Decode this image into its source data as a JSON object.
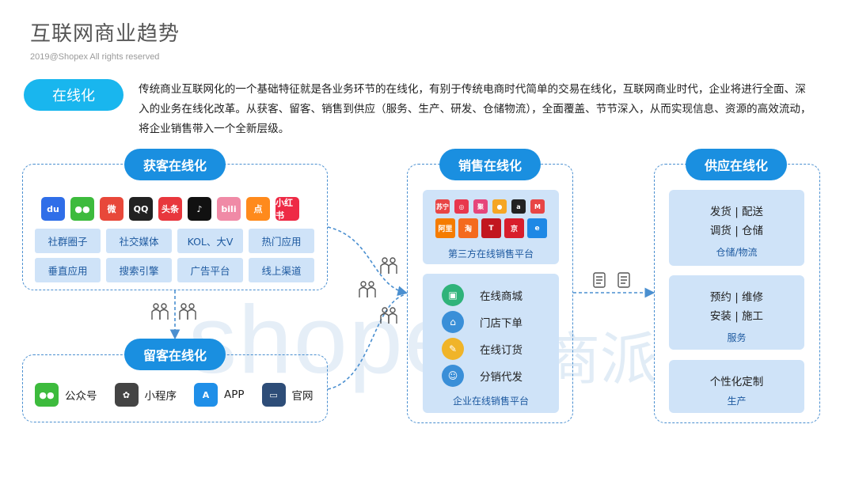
{
  "header": {
    "title": "互联网商业趋势",
    "copyright": "2019@Shopex All rights reserved"
  },
  "intro": {
    "tag": "在线化",
    "text": "传统商业互联网化的一个基础特征就是各业务环节的在线化，有别于传统电商时代简单的交易在线化，互联网商业时代，企业将进行全面、深入的业务在线化改革。从获客、留客、销售到供应（服务、生产、研发、仓储物流），全面覆盖、节节深入，从而实现信息、资源的高效流动，将企业销售带入一个全新层级。"
  },
  "acquire": {
    "title": "获客在线化",
    "apps": [
      {
        "icon": "baidu-icon",
        "text": "du",
        "color": "#2f6ee8"
      },
      {
        "icon": "wechat-icon",
        "text": "●●",
        "color": "#3dbb3d"
      },
      {
        "icon": "weibo-icon",
        "text": "微",
        "color": "#e8483a"
      },
      {
        "icon": "qq-icon",
        "text": "QQ",
        "color": "#222222"
      },
      {
        "icon": "toutiao-icon",
        "text": "头条",
        "color": "#e8373d"
      },
      {
        "icon": "douyin-icon",
        "text": "♪",
        "color": "#111111"
      },
      {
        "icon": "bilibili-icon",
        "text": "bili",
        "color": "#f08aa6"
      },
      {
        "icon": "dianping-icon",
        "text": "点",
        "color": "#ff8a1c"
      },
      {
        "icon": "xiaohongshu-icon",
        "text": "小红书",
        "color": "#ee2a45"
      }
    ],
    "chips": [
      "社群圈子",
      "社交媒体",
      "KOL、大V",
      "热门应用",
      "垂直应用",
      "搜索引擎",
      "广告平台",
      "线上渠道"
    ]
  },
  "retain": {
    "title": "留客在线化",
    "items": [
      {
        "icon": "wechat-official-icon",
        "label": "公众号",
        "color": "#3dbb3d",
        "glyph": "●●"
      },
      {
        "icon": "mini-program-icon",
        "label": "小程序",
        "color": "#444444",
        "glyph": "✿"
      },
      {
        "icon": "app-store-icon",
        "label": "APP",
        "color": "#1f8fe8",
        "glyph": "A"
      },
      {
        "icon": "website-icon",
        "label": "官网",
        "color": "#2e4d78",
        "glyph": "▭"
      }
    ]
  },
  "sales": {
    "title": "销售在线化",
    "third_party": {
      "label": "第三方在线销售平台",
      "row1": [
        {
          "text": "苏宁",
          "color": "#e84545"
        },
        {
          "text": "◎",
          "color": "#e8374d"
        },
        {
          "text": "聚",
          "color": "#e6457a"
        },
        {
          "text": "●",
          "color": "#f5a623"
        },
        {
          "text": "a",
          "color": "#222222"
        },
        {
          "text": "M",
          "color": "#e84545"
        }
      ],
      "row2": [
        {
          "text": "阿里",
          "color": "#f57c00"
        },
        {
          "text": "淘",
          "color": "#f46a1e"
        },
        {
          "text": "T",
          "color": "#c2161f"
        },
        {
          "text": "京",
          "color": "#d81e2c"
        },
        {
          "text": "e",
          "color": "#1e88e5"
        }
      ]
    },
    "enterprise": {
      "label": "企业在线销售平台",
      "items": [
        {
          "icon": "online-mall-icon",
          "label": "在线商城",
          "color": "#2fb37a",
          "glyph": "▣"
        },
        {
          "icon": "store-order-icon",
          "label": "门店下单",
          "color": "#3a8fd8",
          "glyph": "⌂"
        },
        {
          "icon": "online-order-icon",
          "label": "在线订货",
          "color": "#f0b429",
          "glyph": "✎"
        },
        {
          "icon": "distribution-icon",
          "label": "分销代发",
          "color": "#3a8fd8",
          "glyph": "☺"
        }
      ]
    }
  },
  "supply": {
    "title": "供应在线化",
    "blocks": [
      {
        "lines": [
          "发货 | 配送",
          "调货 | 仓储"
        ],
        "sub": "仓储/物流"
      },
      {
        "lines": [
          "预约 | 维修",
          "安装 | 施工"
        ],
        "sub": "服务"
      },
      {
        "lines": [
          "个性化定制"
        ],
        "sub": "生产"
      }
    ]
  },
  "watermark": {
    "brand": "shopex",
    "cn": "商派"
  },
  "colors": {
    "accent": "#1a8fe0",
    "tag": "#19b6ee",
    "panel": "#cfe3f8",
    "dash": "#4a8fd0"
  }
}
